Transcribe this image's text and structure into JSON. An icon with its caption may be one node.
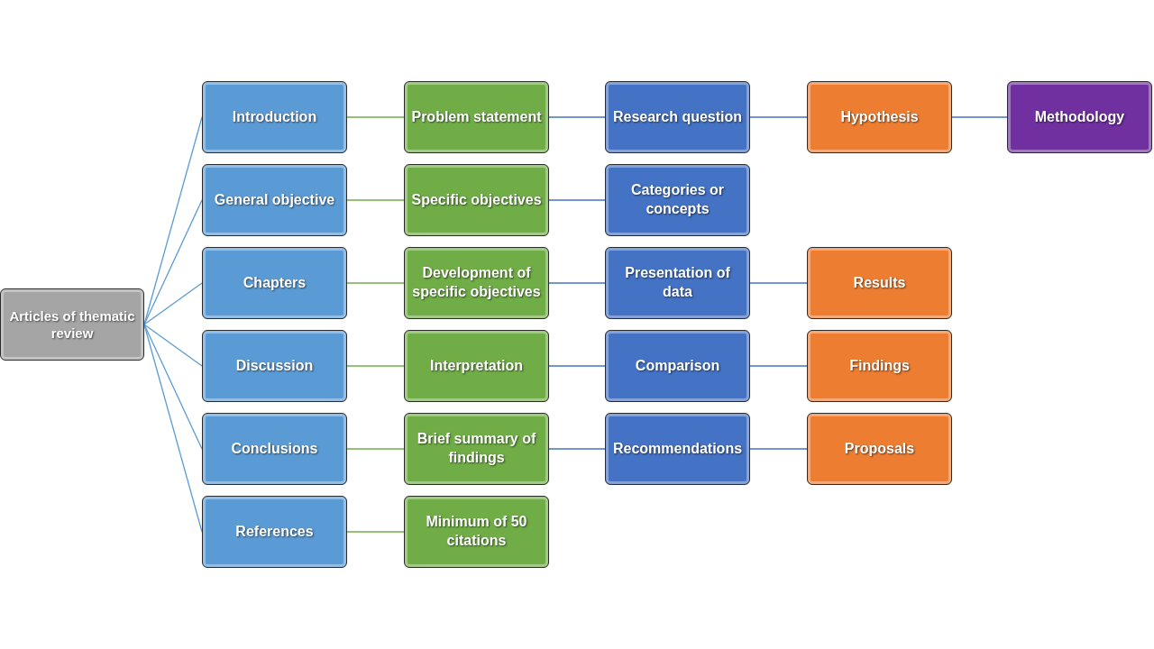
{
  "diagram": {
    "nodes": [
      {
        "text": [
          "Articles of thematic review"
        ]
      },
      {
        "text": [
          "Introduction"
        ]
      },
      {
        "text": [
          "Problem statement"
        ]
      },
      {
        "text": [
          "Research question"
        ]
      },
      {
        "text": [
          "Hypothesis"
        ]
      },
      {
        "text": [
          "Methodology"
        ]
      },
      {
        "text": [
          "General objective"
        ]
      },
      {
        "text": [
          "Specific objectives"
        ]
      },
      {
        "text": [
          "Categories or concepts"
        ]
      },
      {
        "text": [
          "Chapters"
        ]
      },
      {
        "text": [
          "Development of specific objectives"
        ]
      },
      {
        "text": [
          "Presentation of data"
        ]
      },
      {
        "text": [
          "Results"
        ]
      },
      {
        "text": [
          "Discussion"
        ]
      },
      {
        "text": [
          "Interpretation"
        ]
      },
      {
        "text": [
          "Comparison"
        ]
      },
      {
        "text": [
          "Findings"
        ]
      },
      {
        "text": [
          "Conclusions"
        ]
      },
      {
        "text": [
          "Brief summary of findings"
        ]
      },
      {
        "text": [
          "Recommendations"
        ]
      },
      {
        "text": [
          "Proposals"
        ]
      },
      {
        "text": [
          "References"
        ]
      },
      {
        "text": [
          "Minimum of 50 citations"
        ]
      }
    ],
    "edges": [
      {
        "from": 0,
        "to": 1,
        "arrow": "none",
        "color": "#5b9bd5"
      },
      {
        "from": 0,
        "to": 6,
        "arrow": "none",
        "color": "#5b9bd5"
      },
      {
        "from": 0,
        "to": 9,
        "arrow": "none",
        "color": "#5b9bd5"
      },
      {
        "from": 0,
        "to": 13,
        "arrow": "none",
        "color": "#5b9bd5"
      },
      {
        "from": 0,
        "to": 17,
        "arrow": "none",
        "color": "#5b9bd5"
      },
      {
        "from": 0,
        "to": 21,
        "arrow": "none",
        "color": "#5b9bd5"
      },
      {
        "from": 1,
        "to": 2,
        "arrow": "none",
        "color": "#70ad47"
      },
      {
        "from": 2,
        "to": 3,
        "arrow": "none"
      },
      {
        "from": 3,
        "to": 4,
        "arrow": "none"
      },
      {
        "from": 4,
        "to": 5,
        "arrow": "none"
      },
      {
        "from": 6,
        "to": 7,
        "arrow": "none",
        "color": "#70ad47"
      },
      {
        "from": 7,
        "to": 8,
        "arrow": "none"
      },
      {
        "from": 9,
        "to": 10,
        "arrow": "none",
        "color": "#70ad47"
      },
      {
        "from": 10,
        "to": 11,
        "arrow": "none"
      },
      {
        "from": 11,
        "to": 12,
        "arrow": "none"
      },
      {
        "from": 13,
        "to": 14,
        "arrow": "none",
        "color": "#70ad47"
      },
      {
        "from": 14,
        "to": 15,
        "arrow": "none"
      },
      {
        "from": 15,
        "to": 16,
        "arrow": "none"
      },
      {
        "from": 17,
        "to": 18,
        "arrow": "none",
        "color": "#70ad47"
      },
      {
        "from": 18,
        "to": 19,
        "arrow": "none"
      },
      {
        "from": 19,
        "to": 20,
        "arrow": "none"
      },
      {
        "from": 21,
        "to": 22,
        "arrow": "none",
        "color": "#70ad47"
      }
    ]
  }
}
